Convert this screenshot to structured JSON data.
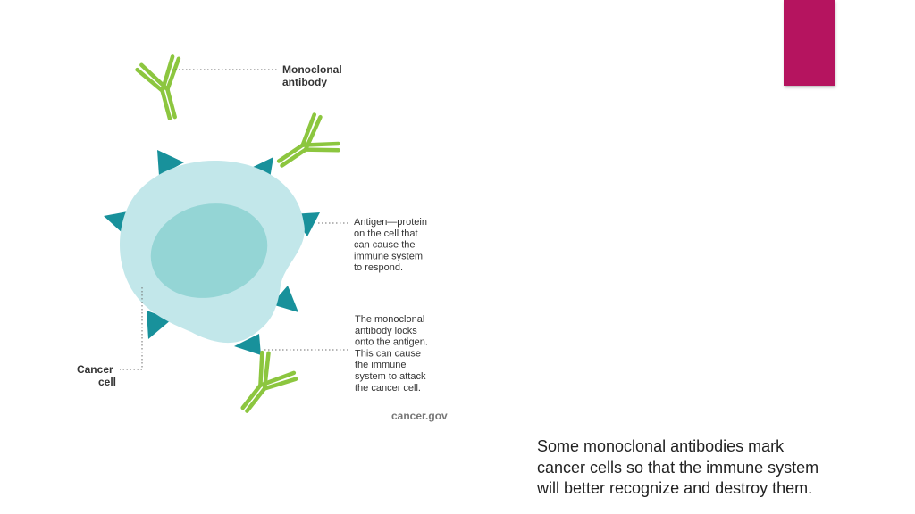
{
  "colors": {
    "accent": "#b5145f",
    "antibody": "#8cc63f",
    "antigen": "#18919b",
    "cell_body": "#c2e7ea",
    "nucleus": "#94d5d5"
  },
  "labels": {
    "antibody": [
      "Monoclonal",
      "antibody"
    ],
    "antigen": [
      "Antigen—protein",
      "on the cell that",
      "can cause the",
      "immune system",
      "to respond."
    ],
    "locks": [
      "The monoclonal",
      "antibody locks",
      "onto the antigen.",
      "This can cause",
      "the immune",
      "system to attack",
      "the cancer cell."
    ],
    "cancer_cell": [
      "Cancer",
      "cell"
    ],
    "credit": "cancer.gov"
  },
  "caption": [
    "Some monoclonal antibodies mark",
    "cancer cells so that the immune system",
    "will better recognize and destroy them."
  ]
}
